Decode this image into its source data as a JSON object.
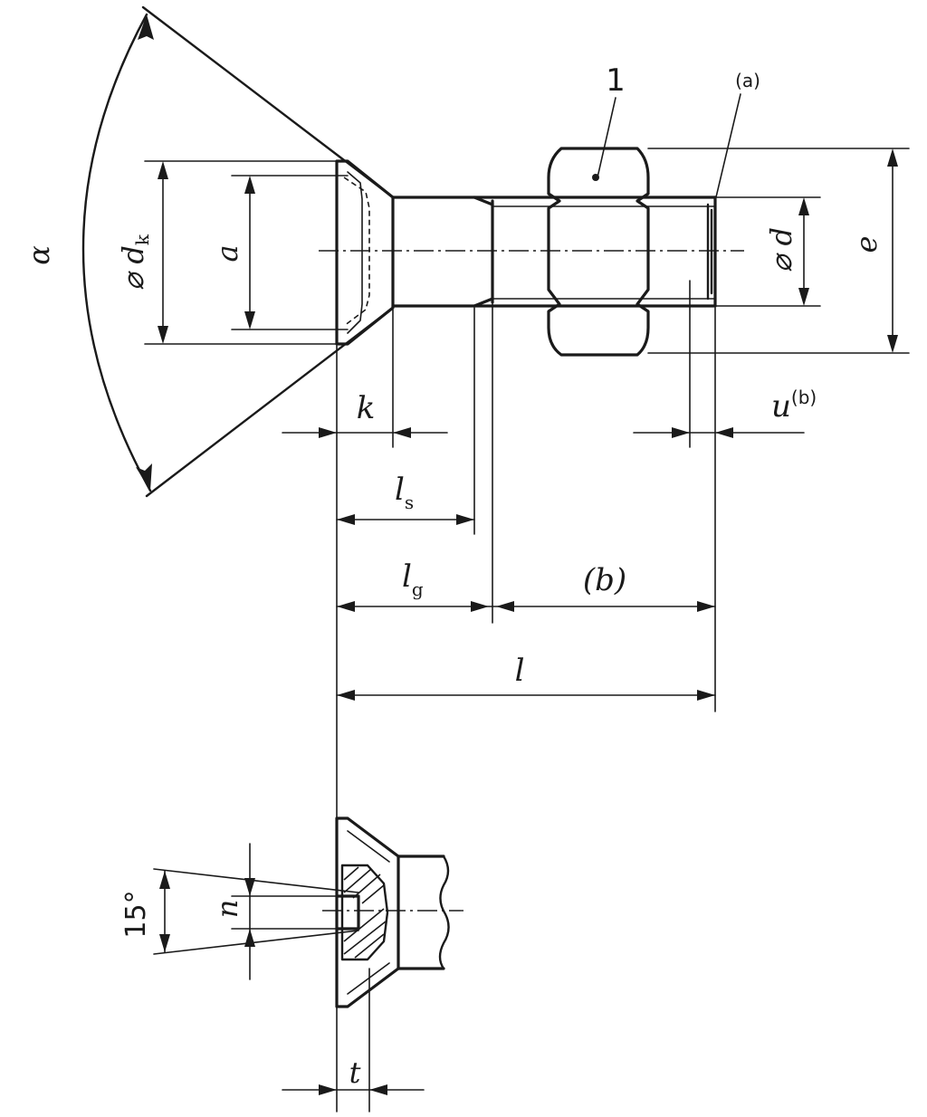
{
  "labels": {
    "alpha": "α",
    "dk_prefix": "⌀ d",
    "dk_sub": "k",
    "a": "a",
    "d": "⌀ d",
    "e": "e",
    "item_1": "1",
    "note_a": "(a)",
    "k": "k",
    "u": "u",
    "u_sup": "(b)",
    "ls": "l",
    "ls_sub": "s",
    "lg": "l",
    "lg_sub": "g",
    "b": "(b)",
    "l": "l",
    "angle_15": "15°",
    "n": "n",
    "t": "t"
  }
}
